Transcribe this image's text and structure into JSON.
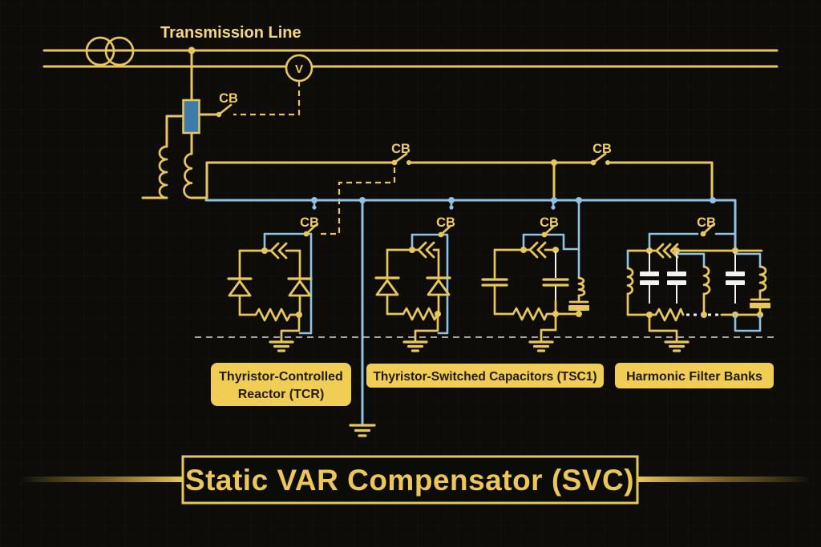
{
  "title": "Transmission Line",
  "voltmeter_label": "V",
  "cb_label": "CB",
  "component_labels": {
    "tcr_line1": "Thyristor-Controlled",
    "tcr_line2": "Reactor (TCR)",
    "tsc_main": "Thyristor-Switched Capacitors ",
    "tsc_code": "(TSC1)",
    "harmonic": "Harmonic Filter Banks"
  },
  "banner_title": "Static VAR Compensator (SVC)",
  "colors": {
    "background": "#0d0c09",
    "wire_yellow": "#e8c75a",
    "wire_blue": "#8fc2e4",
    "breaker_fill": "#3e7ba8",
    "label_box_bg": "#f0cd55",
    "label_text": "#231b06",
    "white_detail": "#f2f2f2",
    "separator_dash": "#d9d9d9"
  }
}
